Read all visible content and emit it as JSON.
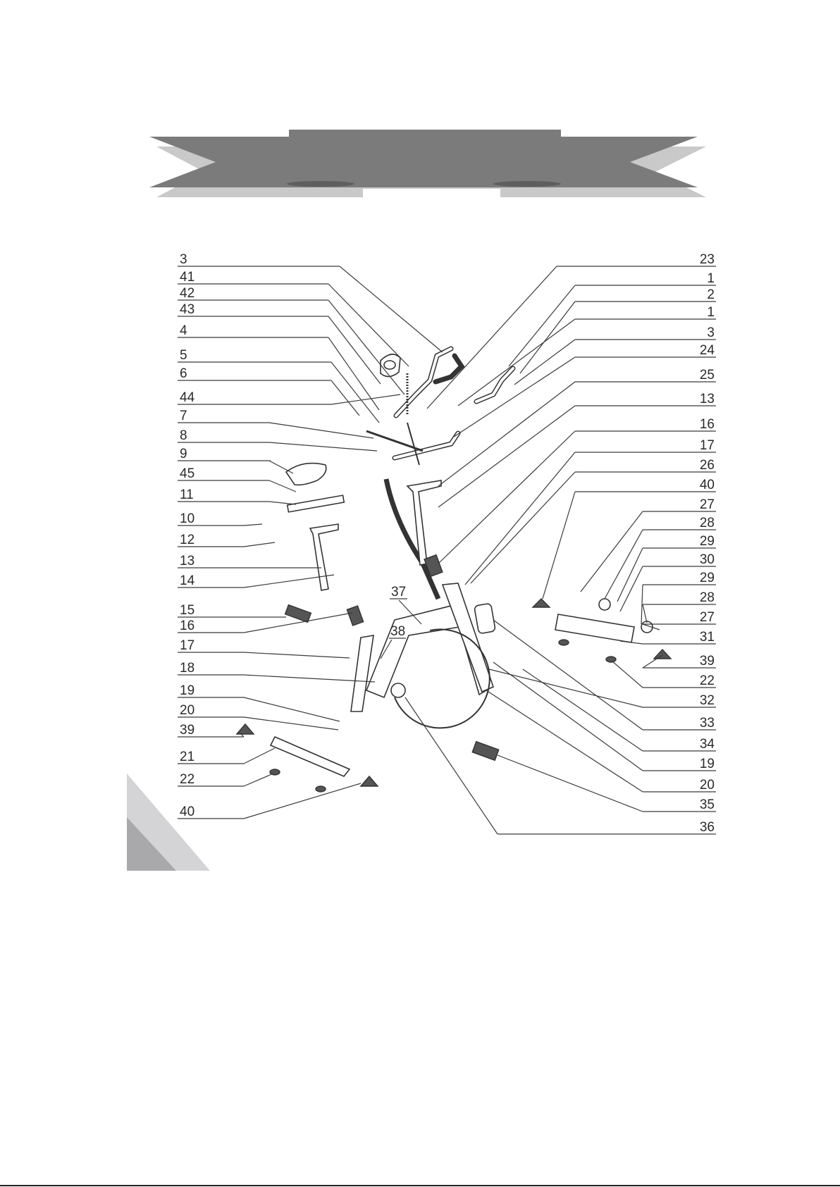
{
  "diagram": {
    "left_labels": [
      "3",
      "41",
      "42",
      "43",
      "4",
      "5",
      "6",
      "44",
      "7",
      "8",
      "9",
      "45",
      "11",
      "10",
      "12",
      "13",
      "14",
      "15",
      "16",
      "17",
      "18",
      "19",
      "20",
      "39",
      "21",
      "22",
      "40"
    ],
    "right_labels": [
      "23",
      "1",
      "2",
      "1",
      "3",
      "24",
      "25",
      "13",
      "16",
      "17",
      "26",
      "40",
      "27",
      "28",
      "29",
      "30",
      "29",
      "28",
      "27",
      "31",
      "39",
      "22",
      "32",
      "33",
      "34",
      "19",
      "20",
      "35",
      "36"
    ],
    "center_labels": [
      "37",
      "38"
    ]
  },
  "colors": {
    "banner_dark": "#7b7b7b",
    "banner_light": "#c9c9c9",
    "corner_dark": "#a9a9ab",
    "corner_light": "#d4d4d6",
    "line": "#3a3a3a"
  }
}
